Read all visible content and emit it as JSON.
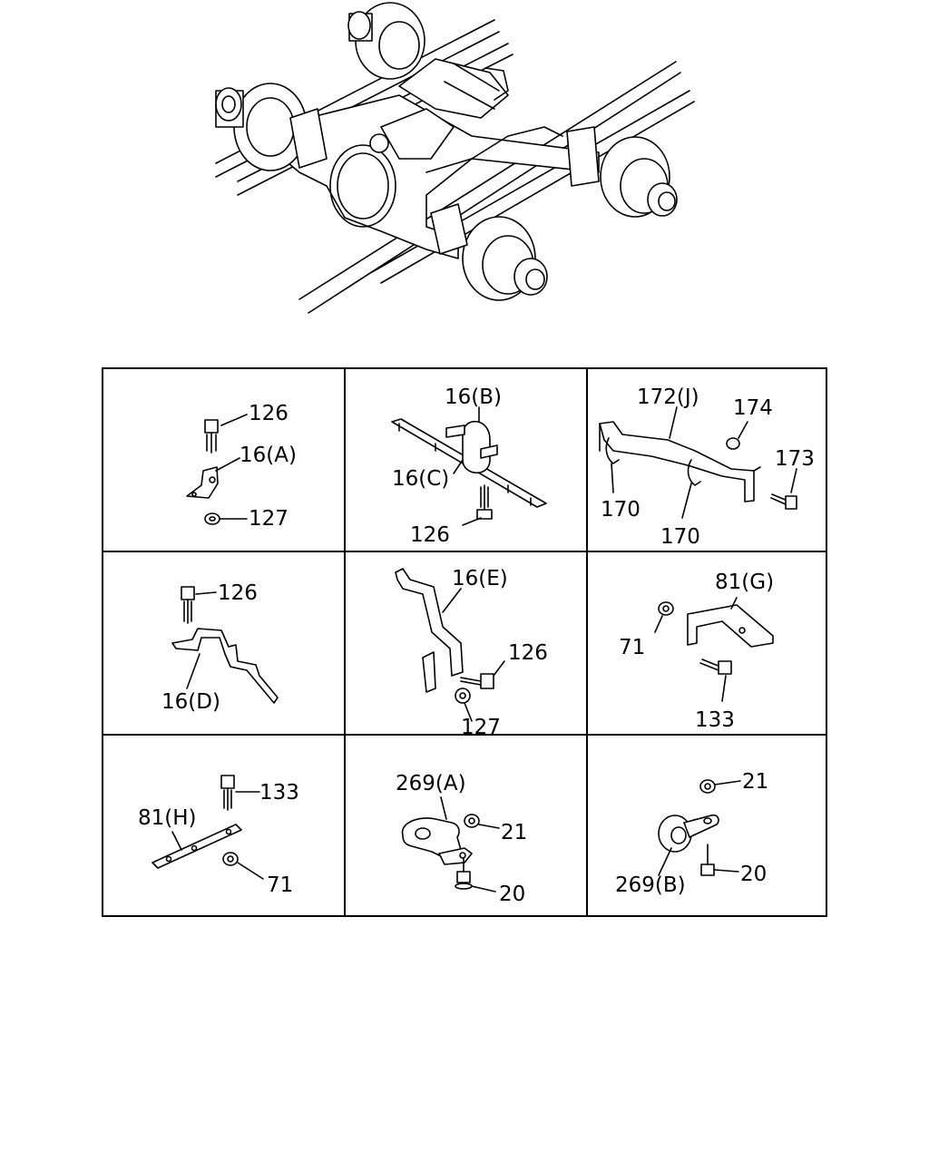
{
  "panels": {
    "a": {
      "l1": "126",
      "l2": "16(A)",
      "l3": "127"
    },
    "b": {
      "l1": "16(B)",
      "l2": "16(C)",
      "l3": "126"
    },
    "c": {
      "l1": "172(J)",
      "l2": "174",
      "l3": "173",
      "l4": "170",
      "l5": "170"
    },
    "d": {
      "l1": "126",
      "l2": "16(D)"
    },
    "e": {
      "l1": "16(E)",
      "l2": "126",
      "l3": "127"
    },
    "f": {
      "l1": "81(G)",
      "l2": "71",
      "l3": "133"
    },
    "g": {
      "l1": "133",
      "l2": "81(H)",
      "l3": "71"
    },
    "h": {
      "l1": "269(A)",
      "l2": "21",
      "l3": "20"
    },
    "i": {
      "l1": "21",
      "l2": "20",
      "l3": "269(B)"
    }
  }
}
